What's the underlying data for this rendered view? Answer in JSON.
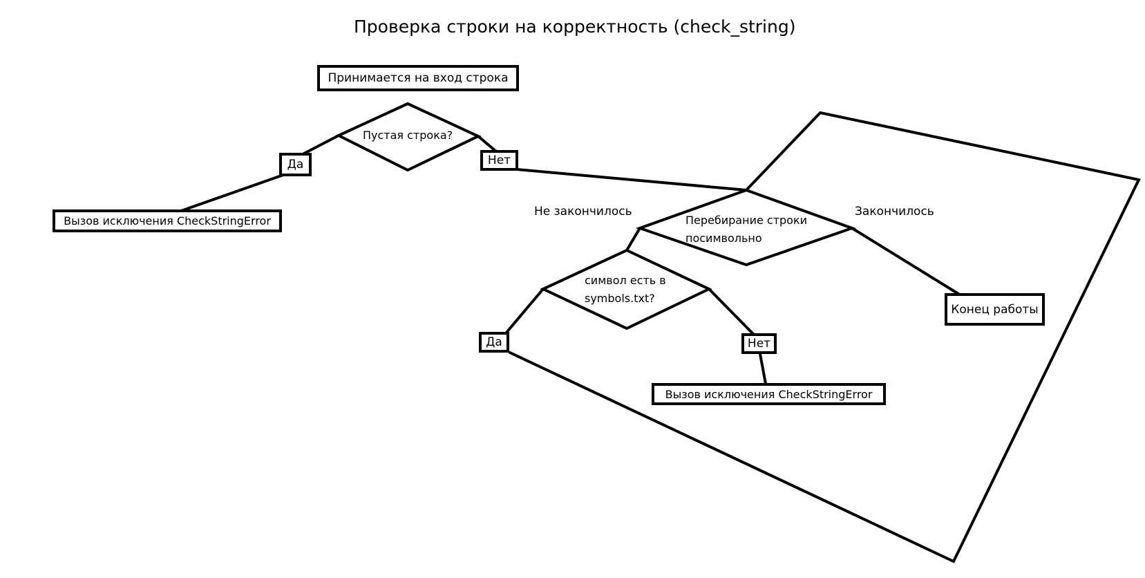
{
  "title": "Проверка строки на корректность  (check_string)",
  "nodes": {
    "input": "Принимается на вход строка",
    "empty_check": "Пустая строка?",
    "yes_1": "Да",
    "no_1": "Нет",
    "error_1": "Вызов исключения CheckStringError",
    "iterate_line1": "Перебирание строки",
    "iterate_line2": "посимвольно",
    "not_finished": "Не закончилось",
    "finished": "Закончилось",
    "end": "Конец работы",
    "symbol_check_line1": "символ есть в",
    "symbol_check_line2": "symbols.txt?",
    "yes_2": "Да",
    "no_2": "Нет",
    "error_2": "Вызов исключения CheckStringError"
  }
}
